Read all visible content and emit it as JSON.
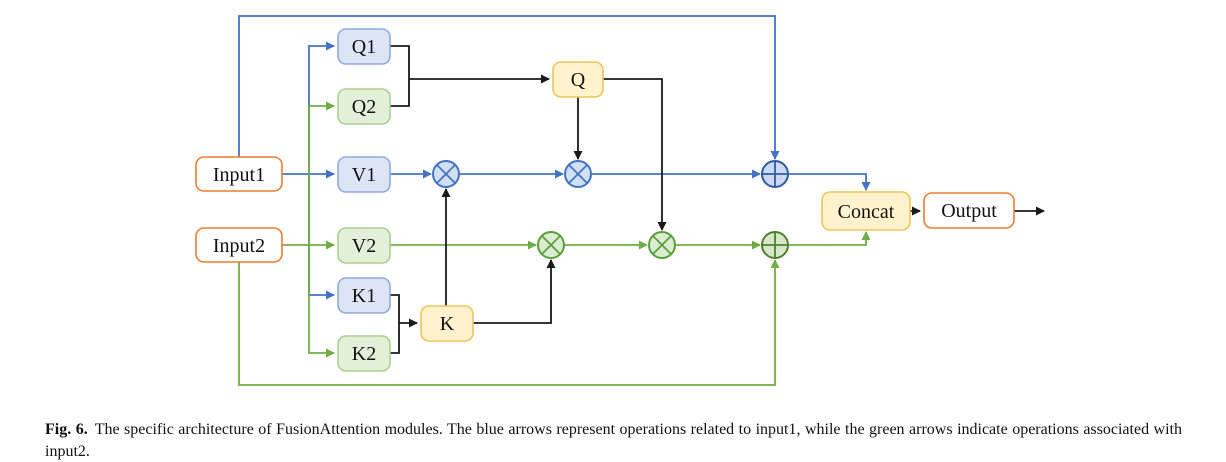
{
  "figure": {
    "nodes": {
      "input1": "Input1",
      "input2": "Input2",
      "q1": "Q1",
      "q2": "Q2",
      "v1": "V1",
      "v2": "V2",
      "k1": "K1",
      "k2": "K2",
      "q": "Q",
      "k": "K",
      "concat": "Concat",
      "output": "Output"
    },
    "operators": {
      "multiply": "⊗",
      "add": "⊕"
    },
    "operations": {
      "input1_path": [
        "multiply",
        "multiply",
        "add"
      ],
      "input2_path": [
        "multiply",
        "multiply",
        "add"
      ]
    },
    "colors": {
      "blue_arrow": "#4472C4",
      "green_arrow": "#70AD47",
      "black_arrow": "#1A1A1A",
      "blue_box_fill": "#DBE5F5",
      "blue_box_border": "#8FAADC",
      "green_box_fill": "#E2F0D9",
      "green_box_border": "#A9D18E",
      "yellow_box_fill": "#FFF2CC",
      "yellow_box_border": "#EDC556",
      "io_box_fill": "#FFFFFF",
      "io_box_border": "#ED7D31"
    },
    "caption": {
      "label": "Fig. 6.",
      "text": "The specific architecture of FusionAttention modules. The blue arrows represent operations related to input1, while the green arrows indicate operations associated with input2."
    }
  }
}
